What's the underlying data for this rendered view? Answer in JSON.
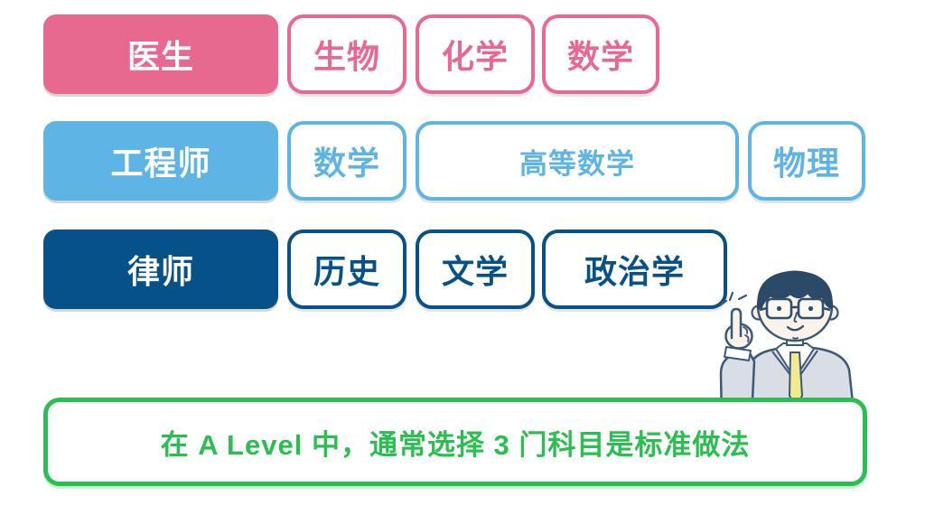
{
  "diagram": {
    "title_hint": "A-Level subject choices by career",
    "accent_colors": {
      "doctor": "#E8698F",
      "engineer": "#5FB4E6",
      "lawyer": "#075189",
      "note": "#2BBE51"
    },
    "rows": [
      {
        "career_label": "医生",
        "accent": "#E8698F",
        "subjects": [
          {
            "label": "生物"
          },
          {
            "label": "化学"
          },
          {
            "label": "数学"
          }
        ]
      },
      {
        "career_label": "工程师",
        "accent": "#5FB4E6",
        "subjects": [
          {
            "label": "数学"
          },
          {
            "label": "高等数学"
          },
          {
            "label": "物理"
          }
        ]
      },
      {
        "career_label": "律师",
        "accent": "#075189",
        "subjects": [
          {
            "label": "历史"
          },
          {
            "label": "文学"
          },
          {
            "label": "政治学"
          }
        ]
      }
    ],
    "note": {
      "text": "在 A Level 中，通常选择 3 门科目是标准做法",
      "accent": "#2BBE51"
    },
    "illustration": {
      "name": "man-pointing-up",
      "colors": {
        "hair": "#2C4A68",
        "outline": "#3A5878",
        "skin": "#FBF2EA",
        "suit": "#D9DEE5",
        "tie": "#F3E98E",
        "shirt": "#FFFFFF"
      }
    }
  }
}
